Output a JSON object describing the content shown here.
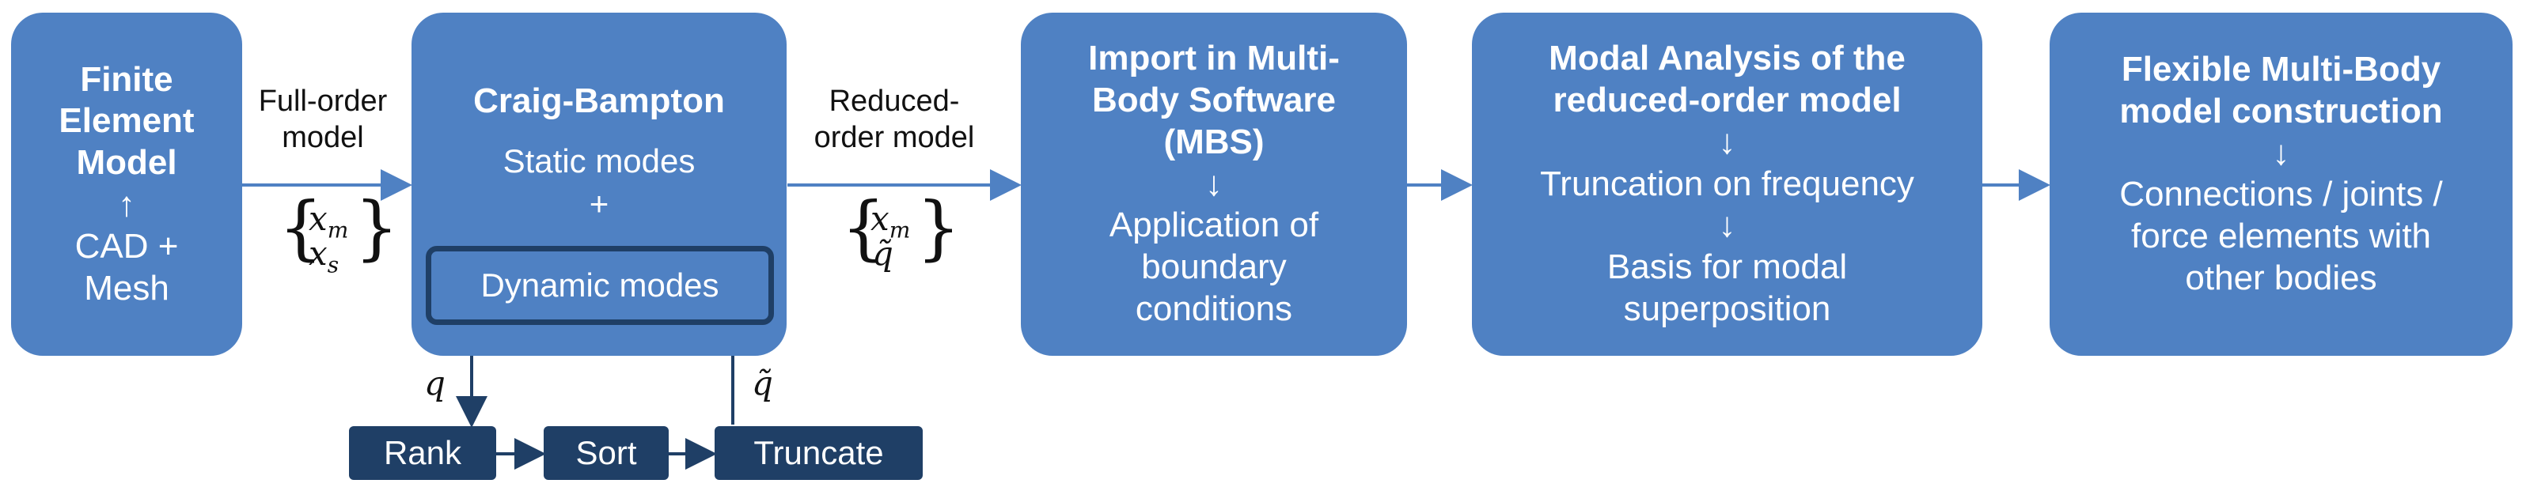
{
  "colors": {
    "box": "#4f81c3",
    "dark": "#1f3f66",
    "arrow": "#4f81c3",
    "arrow_dark": "#1f3f66"
  },
  "box1": {
    "title": [
      "Finite",
      "Element",
      "Model"
    ],
    "arrow": "↑",
    "body": [
      "CAD +",
      "Mesh"
    ]
  },
  "label1": {
    "text": [
      "Full-order",
      "model"
    ],
    "vec": [
      "x",
      "m",
      "x",
      "s"
    ]
  },
  "box2": {
    "title": "Craig-Bampton",
    "static": "Static modes",
    "plus": "+",
    "dynamic": "Dynamic modes"
  },
  "label2": {
    "text": [
      "Reduced-",
      "order model"
    ],
    "vec": [
      "x",
      "m",
      "q̃"
    ]
  },
  "box3": {
    "title": [
      "Import in Multi-",
      "Body Software",
      "(MBS)"
    ],
    "arrow": "↓",
    "body": [
      "Application of",
      "boundary",
      "conditions"
    ]
  },
  "box4": {
    "title": [
      "Modal Analysis of the",
      "reduced-order model"
    ],
    "arrow1": "↓",
    "mid": "Truncation on frequency",
    "arrow2": "↓",
    "body": [
      "Basis for modal",
      "superposition"
    ]
  },
  "box5": {
    "title": [
      "Flexible Multi-Body",
      "model construction"
    ],
    "arrow": "↓",
    "body": [
      "Connections / joints /",
      "force elements with",
      "other bodies"
    ]
  },
  "steps": {
    "rank": "Rank",
    "sort": "Sort",
    "truncate": "Truncate"
  },
  "q_label": "q",
  "qtilde_label": "q̃"
}
